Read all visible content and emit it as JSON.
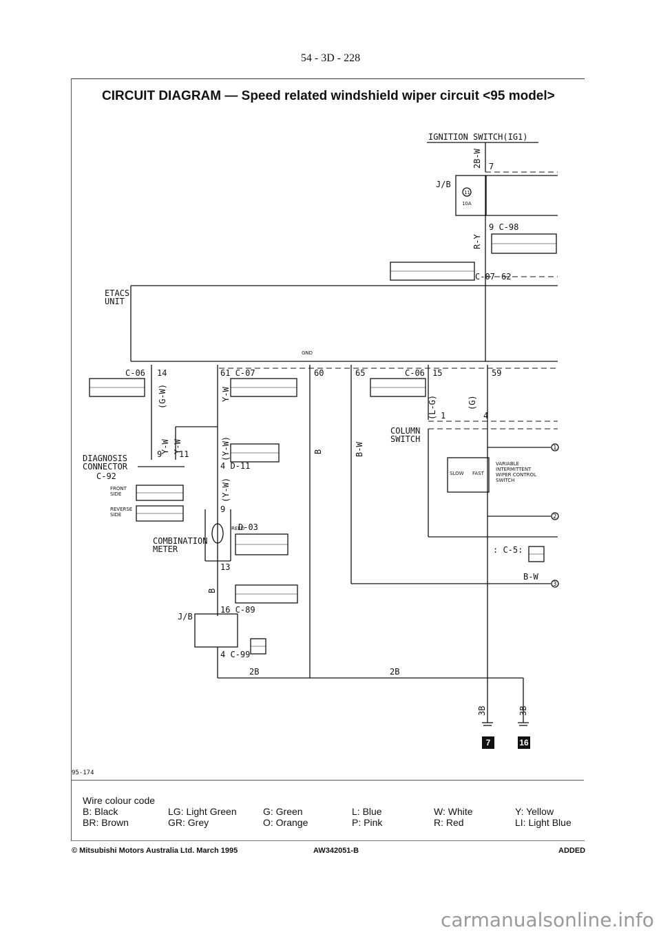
{
  "page_number": "54 - 3D - 228",
  "title": "CIRCUIT DIAGRAM — Speed related windshield wiper circuit <95 model>",
  "figure_id": "95-174",
  "diagram": {
    "ignition_switch": "IGNITION SWITCH(IG1)",
    "jb_top": "J/B",
    "fuse_no": "11",
    "fuse_rating": "10A",
    "etacs": [
      "ETACS",
      "UNIT"
    ],
    "gnd": "GND",
    "diagnosis": [
      "DIAGNOSIS",
      "CONNECTOR",
      "C-92"
    ],
    "front_side": [
      "FRONT",
      "SIDE"
    ],
    "reverse_side": [
      "REVERSE",
      "SIDE"
    ],
    "combination_meter": [
      "COMBINATION",
      "METER"
    ],
    "reed": "REED",
    "column_switch": [
      "COLUMN",
      "SWITCH"
    ],
    "wiper_control": [
      "VARIABLE",
      "INTERMITTENT",
      "WIPER CONTROL",
      "SWITCH"
    ],
    "slow": "SLOW",
    "fast": "FAST",
    "jb_bottom": "J/B",
    "connectors": {
      "c98": "9 C-98",
      "c07_top": "C-07",
      "c07_pin": "62",
      "c06_left": "C-06",
      "c07_mid": "61 C-07",
      "c06_right": "C-06",
      "d11": "4 D-11",
      "d03": "D-03",
      "c89": "16 C-89",
      "c99": "4 C-99",
      "c5": ": C-5:"
    },
    "pins": {
      "p7": "7",
      "p14": "14",
      "p60": "60",
      "p65": "65",
      "p15": "15",
      "p59": "59",
      "p9a": "9",
      "p11": "11",
      "p1": "1",
      "p4": "4",
      "p9b": "9",
      "p13": "13"
    },
    "wires": {
      "w_2bw": "2B-W",
      "w_ry": "R-Y",
      "w_gw": "(G-W)",
      "w_yw": "Y-W",
      "w_yw_p": "(Y-W)",
      "w_yw_p2": "(Y-W)",
      "w_yw2": "Y-W",
      "w_b_mid": "B",
      "w_bw": "B-W",
      "w_lg": "(L-G)",
      "w_g": "(G)",
      "w_yw3": "Y-W",
      "w_b_left": "B",
      "w_2b_a": "2B",
      "w_2b_b": "2B",
      "w_3b_a": "3B",
      "w_3b_b": "3B",
      "w_bw_right": "B-W"
    },
    "terminals": [
      "1",
      "2",
      "3"
    ],
    "ground_badges": [
      "7",
      "16"
    ]
  },
  "legend": {
    "title": "Wire colour code",
    "items": [
      "B: Black",
      "BR: Brown",
      "LG: Light Green",
      "GR: Grey",
      "G: Green",
      "O: Orange",
      "L: Blue",
      "P: Pink",
      "W: White",
      "R: Red",
      "Y: Yellow",
      "LI: Light Blue"
    ]
  },
  "footer": {
    "left": "© Mitsubishi Motors Australia Ltd. March 1995",
    "mid": "AW342051-B",
    "right": "ADDED"
  },
  "watermark": "carmanualsonline.info"
}
